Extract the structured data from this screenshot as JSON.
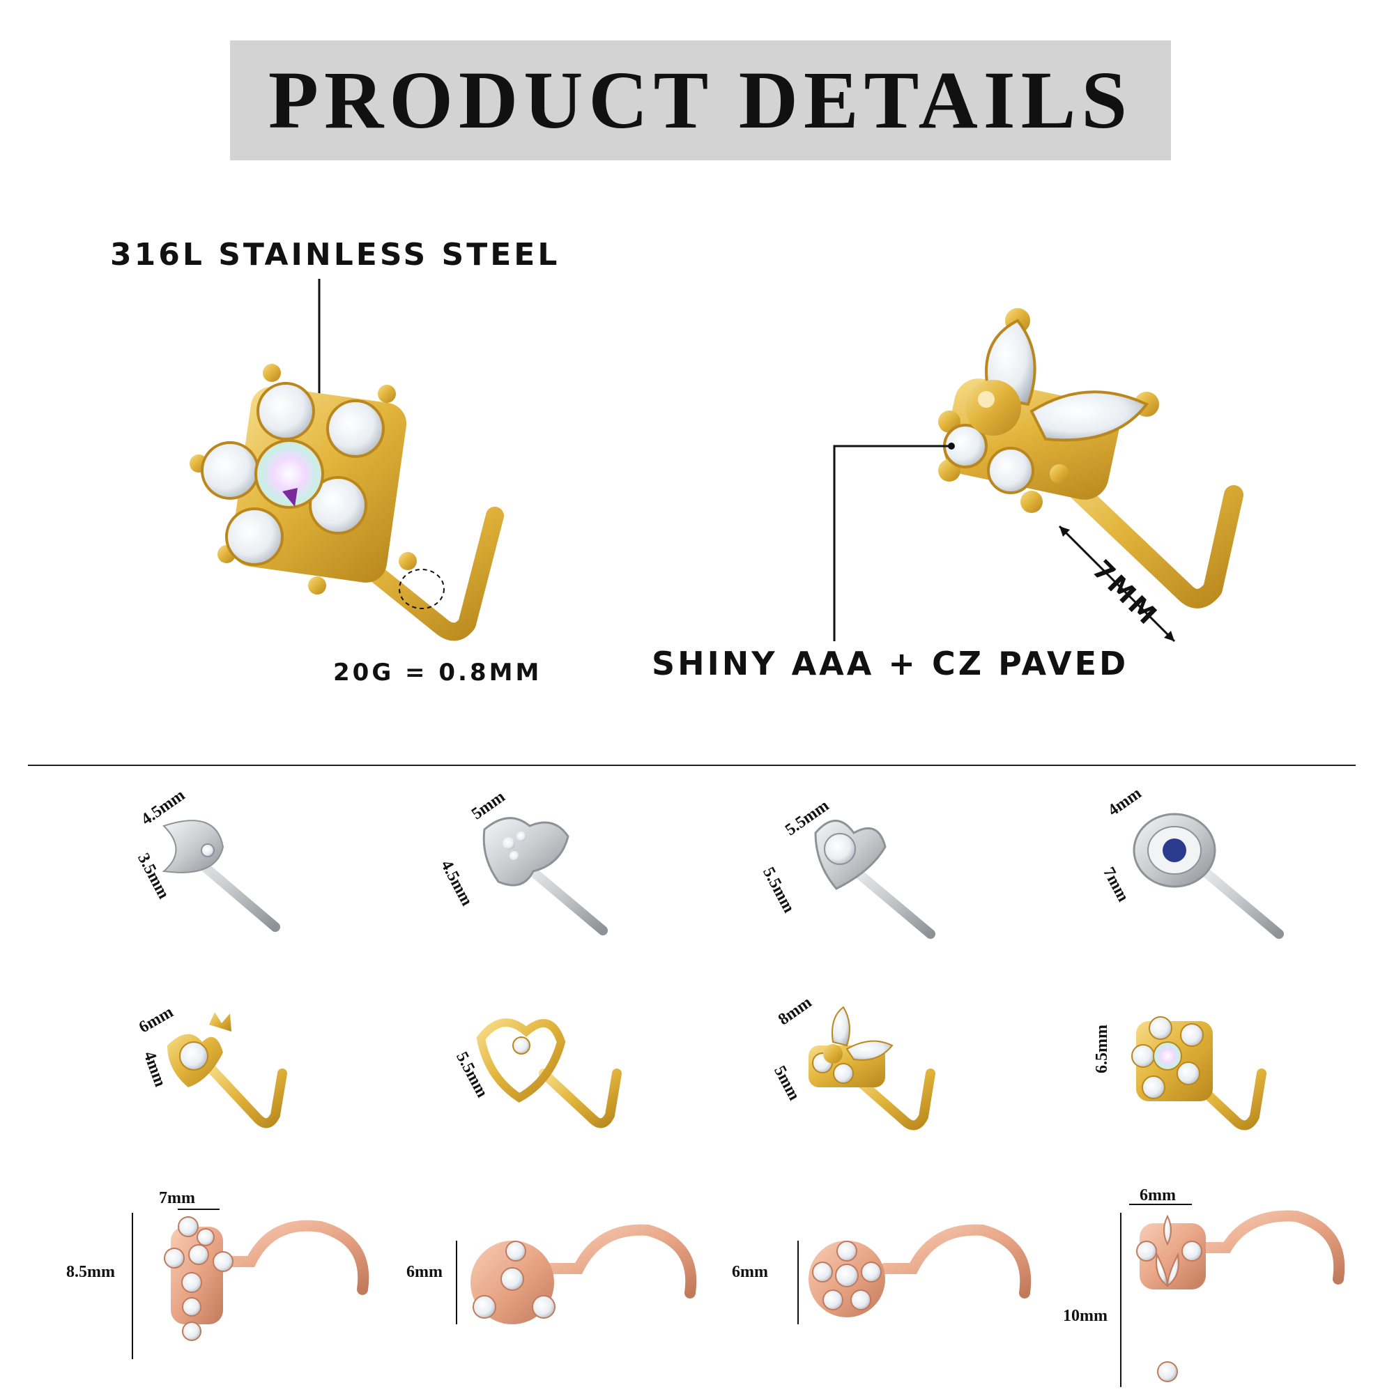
{
  "header": {
    "title": "PRODUCT DETAILS"
  },
  "top": {
    "material": "316L STAINLESS STEEL",
    "gauge": "20G = 0.8MM",
    "length": "7MM",
    "stones": "SHINY AAA + CZ PAVED"
  },
  "rows": {
    "row1": [
      {
        "w": "4.5mm",
        "h": "3.5mm"
      },
      {
        "w": "5mm",
        "h": "4.5mm"
      },
      {
        "w": "5.5mm",
        "h": "5.5mm"
      },
      {
        "w": "4mm",
        "h": "7mm"
      }
    ],
    "row2": [
      {
        "w": "6mm",
        "h": "4mm"
      },
      {
        "h": "5.5mm"
      },
      {
        "w": "8mm",
        "h": "5mm"
      },
      {
        "h": "6.5mm"
      }
    ],
    "row3": [
      {
        "w": "7mm",
        "h": "8.5mm"
      },
      {
        "h": "6mm"
      },
      {
        "h": "6mm"
      },
      {
        "w": "6mm",
        "h": "10mm"
      }
    ]
  },
  "colors": {
    "gold": "#e2b53c",
    "silver": "#c9cbcf",
    "rose": "#e8a586",
    "title_bg": "#d3d3d3"
  },
  "icons": [
    "flower-stud-icon",
    "butterfly-stud-icon",
    "moon-stud-icon",
    "heart-stud-icon",
    "evil-eye-stud-icon",
    "crown-heart-stud-icon",
    "celtic-knot-stud-icon",
    "cross-stud-icon",
    "dangle-stud-icon"
  ]
}
